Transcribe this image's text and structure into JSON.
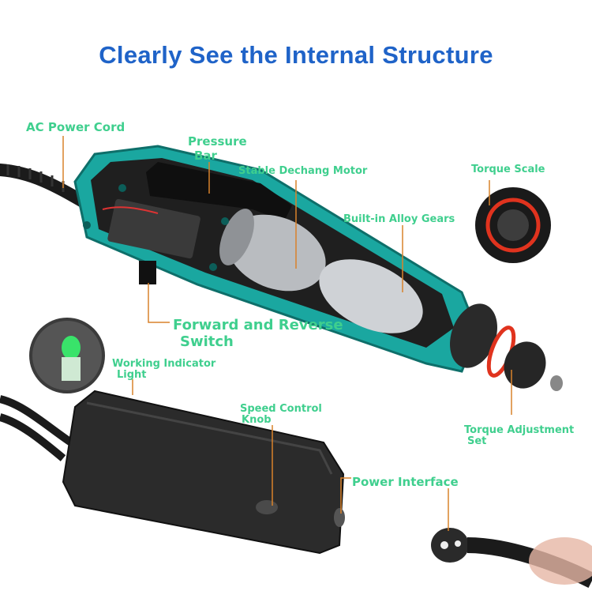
{
  "title": "Clearly See the Internal Structure",
  "labels": {
    "ac_power_cord": "AC Power Cord",
    "pressure_bar_1": "Pressure",
    "pressure_bar_2": "Bar",
    "motor": "Stable Dechang Motor",
    "torque_scale": "Torque Scale",
    "gears": "Built-in Alloy Gears",
    "switch_1": "Forward and Reverse",
    "switch_2": "Switch",
    "indicator_1": "Working Indicator",
    "indicator_2": "Light",
    "speed_1": "Speed Control",
    "speed_2": "Knob",
    "torque_adj_1": "Torque Adjustment",
    "torque_adj_2": "Set",
    "power_interface": "Power Interface"
  },
  "colors": {
    "title": "#1f63c8",
    "label": "#3fcf8e",
    "leader": "#d9822b",
    "housing": "#1aa7a0",
    "adapter": "#2b2b2b",
    "gear_band": "#e0331e"
  }
}
